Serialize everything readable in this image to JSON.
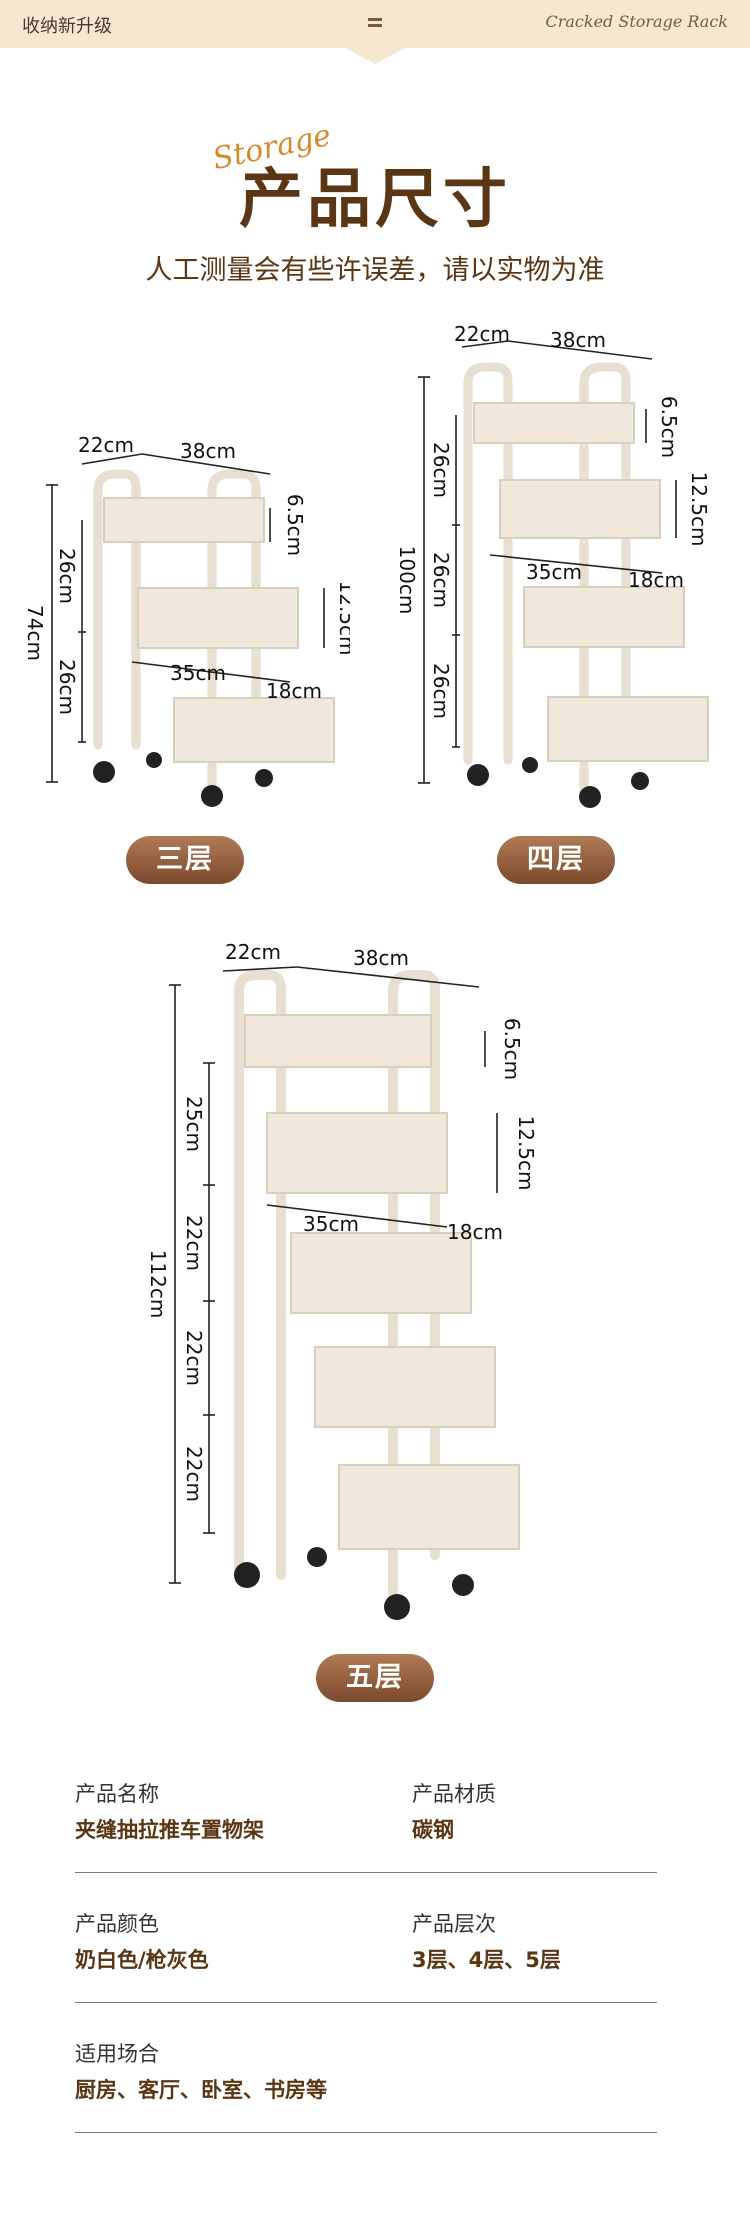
{
  "banner": {
    "left": "收纳新升级",
    "right": "Cracked Storage Rack"
  },
  "title": {
    "script": "Storage",
    "main": "产品尺寸",
    "subtitle": "人工测量会有些许误差，请以实物为准"
  },
  "racks": [
    {
      "pill": "三层",
      "width_top": "22cm",
      "length_top": "38cm",
      "basket_height": "6.5cm",
      "basket_depth": "12.5cm",
      "inner_length": "35cm",
      "inner_width": "18cm",
      "total_height": "74cm",
      "levels": [
        "26cm",
        "26cm"
      ]
    },
    {
      "pill": "四层",
      "width_top": "22cm",
      "length_top": "38cm",
      "basket_height": "6.5cm",
      "basket_depth": "12.5cm",
      "inner_length": "35cm",
      "inner_width": "18cm",
      "total_height": "100cm",
      "levels": [
        "26cm",
        "26cm",
        "26cm"
      ]
    },
    {
      "pill": "五层",
      "width_top": "22cm",
      "length_top": "38cm",
      "basket_height": "6.5cm",
      "basket_depth": "12.5cm",
      "inner_length": "35cm",
      "inner_width": "18cm",
      "total_height": "112cm",
      "levels": [
        "25cm",
        "22cm",
        "22cm",
        "22cm"
      ]
    }
  ],
  "info": {
    "name_label": "产品名称",
    "name_value": "夹缝抽拉推车置物架",
    "material_label": "产品材质",
    "material_value": "碳钢",
    "color_label": "产品颜色",
    "color_value": "奶白色/枪灰色",
    "tiers_label": "产品层次",
    "tiers_value": "3层、4层、5层",
    "usage_label": "适用场合",
    "usage_value": "厨房、客厅、卧室、书房等"
  },
  "colors": {
    "banner_bg": "#f6e7d1",
    "title_brown": "#5b3614",
    "accent_orange": "#d68a2a",
    "pill_brown": "#8b5a3a",
    "rack_cream": "#ece5d7"
  }
}
